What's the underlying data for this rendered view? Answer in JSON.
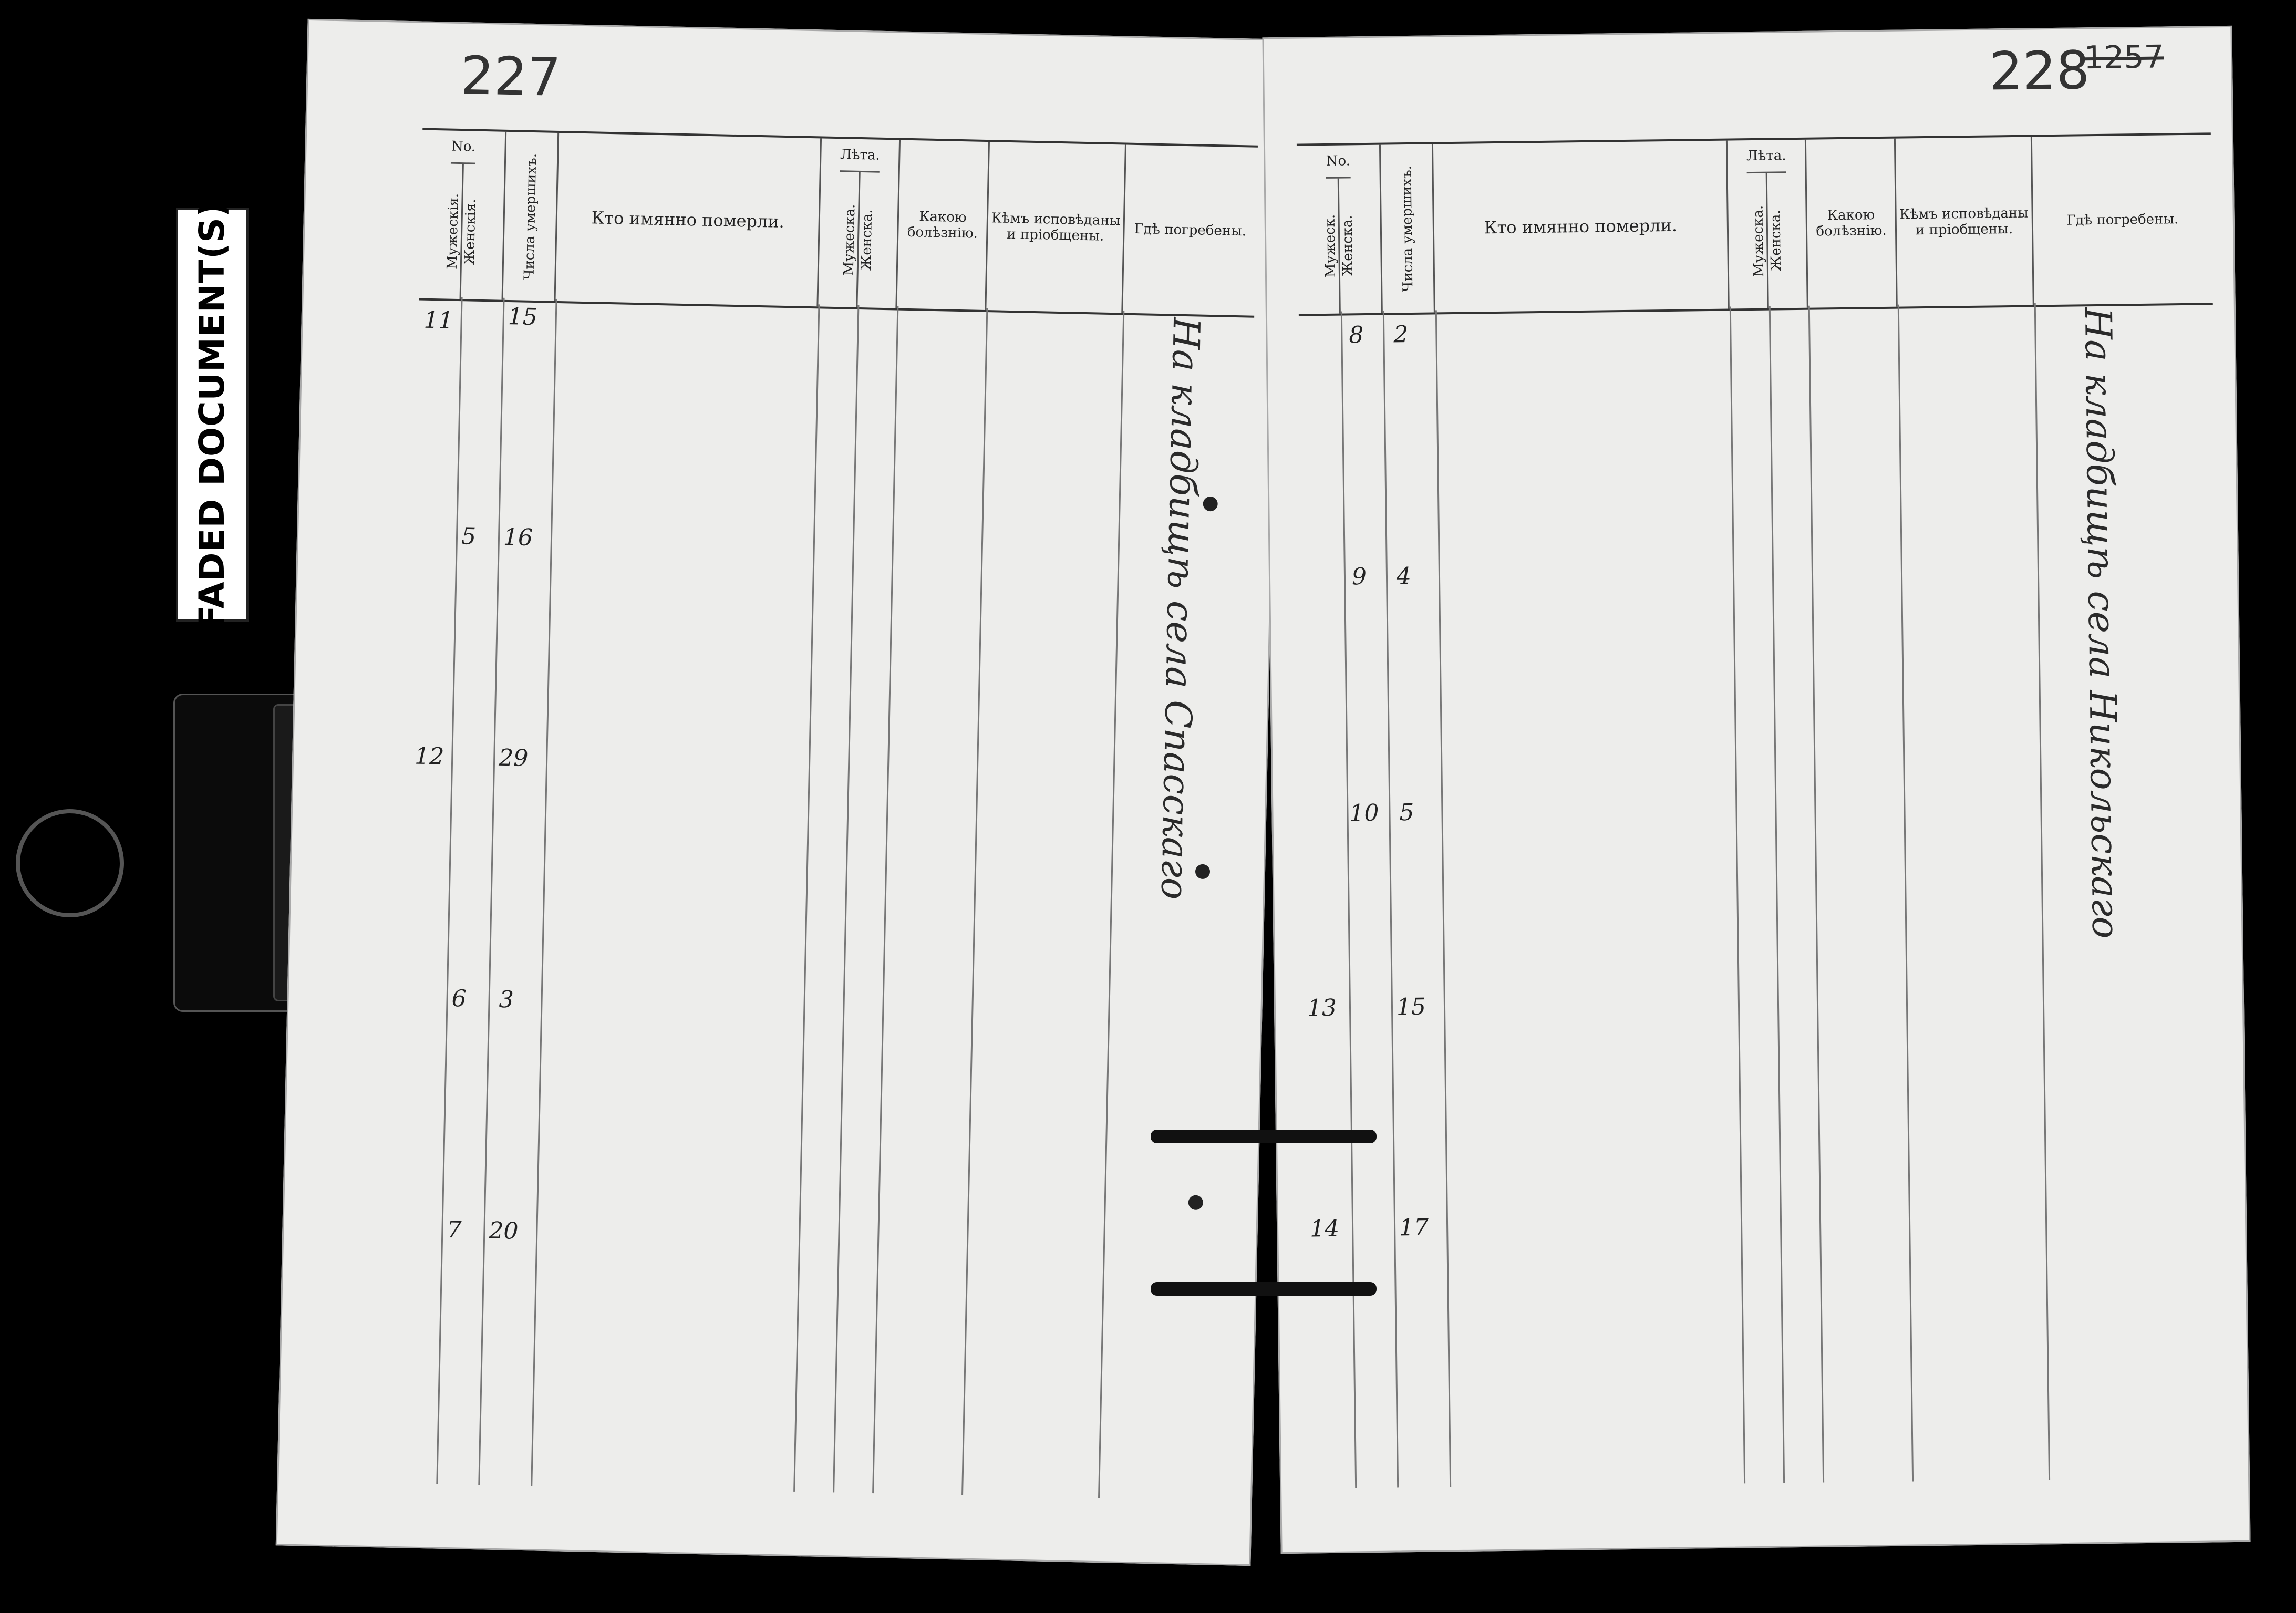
{
  "stamp": {
    "label": "FADED DOCUMENT(S)"
  },
  "left_page": {
    "leaf_number": "227",
    "headers": {
      "no": "No.",
      "male": "Мужескія.",
      "female": "Женскія.",
      "date": "Числа умершихъ.",
      "who": "Кто имянно померли.",
      "age_group": "Лѣта.",
      "age_male": "Мужеска.",
      "age_female": "Женска.",
      "disease": "Какою болѣзнію.",
      "confessor": "Кѣмъ исповѣданы и пріобщены.",
      "burial": "Гдѣ погребены."
    },
    "margin_note": "На кладбищѣ села Спасскаго"
  },
  "right_page": {
    "leaf_number": "228",
    "struck_number": "1257",
    "headers": {
      "no": "No.",
      "male": "Мужеск.",
      "female": "Женска.",
      "date": "Числа умершихъ.",
      "who": "Кто имянно померли.",
      "age_group": "Лѣта.",
      "age_male": "Мужеска.",
      "age_female": "Женска.",
      "disease": "Какою болѣзнію.",
      "confessor": "Кѣмъ исповѣданы и пріобщены.",
      "burial": "Гдѣ погребены."
    },
    "margin_note": "На кладбищѣ села Никольскаго"
  }
}
